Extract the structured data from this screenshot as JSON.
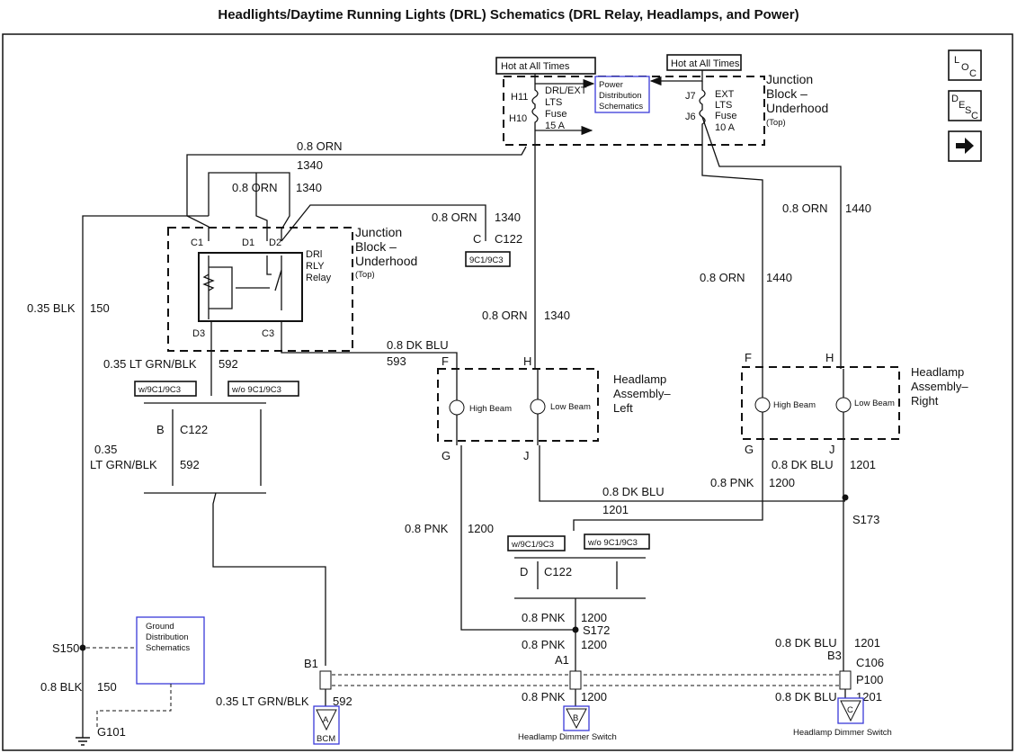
{
  "title": "Headlights/Daytime Running Lights (DRL) Schematics (DRL Relay, Headlamps, and Power)",
  "nav_buttons": [
    {
      "icon": "loc-icon",
      "label_parts": [
        "L",
        "O",
        "C"
      ]
    },
    {
      "icon": "desc-icon",
      "label_parts": [
        "D",
        "E",
        "S",
        "C"
      ]
    },
    {
      "icon": "arrow-right-icon"
    }
  ],
  "fuse_block": {
    "hot_left": "Hot at All Times",
    "hot_right": "Hot at All Times",
    "h11": "H11",
    "h10": "H10",
    "fuse_left": [
      "DRL/EXT",
      "LTS",
      "Fuse",
      "15 A"
    ],
    "j7": "J7",
    "j6": "J6",
    "fuse_right": [
      "EXT",
      "LTS",
      "Fuse",
      "10 A"
    ],
    "power_link": [
      "Power",
      "Distribution",
      "Schematics"
    ],
    "block_label": [
      "Junction",
      "Block –",
      "Underhood",
      "(Top)"
    ]
  },
  "relay": {
    "pins": {
      "c1": "C1",
      "d1": "D1",
      "d2": "D2",
      "d3": "D3",
      "c3": "C3"
    },
    "name": [
      "DRl",
      "RLY",
      "Relay"
    ],
    "block_label": [
      "Junction",
      "Block –",
      "Underhood",
      "(Top)"
    ]
  },
  "wires": {
    "orn_top": "0.8 ORN",
    "orn_top_num": "1340",
    "orn_mid": "0.8 ORN",
    "orn_mid_num": "1340",
    "orn_c122": "0.8 ORN",
    "orn_c122_num": "1340",
    "orn_left_hl": "0.8 ORN",
    "orn_left_hl_num": "1340",
    "orn_r1": "0.8 ORN",
    "orn_r1_num": "1440",
    "orn_r2": "0.8 ORN",
    "orn_r2_num": "1440",
    "blk_top": "0.35 BLK",
    "blk_top_num": "150",
    "blk_bot": "0.8 BLK",
    "blk_bot_num": "150",
    "grn1": "0.35 LT GRN/BLK",
    "grn1_num": "592",
    "grn2a": "0.35",
    "grn2b": "LT GRN/BLK",
    "grn2_num": "592",
    "grn3": "0.35 LT GRN/BLK",
    "grn3_num": "592",
    "dkblu_593": "0.8 DK BLU",
    "dkblu_593_num": "593",
    "dkblu_mid": "0.8 DK BLU",
    "dkblu_mid_num": "1201",
    "pnk_r": "0.8 PNK",
    "pnk_r_num": "1200",
    "dkblu_r": "0.8 DK BLU",
    "dkblu_r_num": "1201",
    "pnk_l": "0.8 PNK",
    "pnk_l_num": "1200",
    "pnk_a": "0.8 PNK",
    "pnk_a_num": "1200",
    "pnk_b": "0.8 PNK",
    "pnk_b_num": "1200",
    "pnk_c": "0.8 PNK",
    "pnk_c_num": "1200",
    "dkblu_b3": "0.8 DK BLU",
    "dkblu_b3_num": "1201",
    "dkblu_bot": "0.8 DK BLU",
    "dkblu_bot_num": "1201"
  },
  "connectors": {
    "c122_top_c": "C",
    "c122_top": "C122",
    "opt_9c1": "9C1/9C3",
    "w_left": "w/9C1/9C3",
    "wo_left": "w/o 9C1/9C3",
    "b_left": "B",
    "c122_left": "C122",
    "w_mid": "w/9C1/9C3",
    "wo_mid": "w/o 9C1/9C3",
    "d_mid": "D",
    "c122_mid": "C122",
    "b1": "B1",
    "a1": "A1",
    "b3": "B3",
    "c106": "C106",
    "p100": "P100",
    "s150": "S150",
    "s172": "S172",
    "s173": "S173",
    "g101": "G101"
  },
  "headlamp_left": {
    "f": "F",
    "h": "H",
    "g": "G",
    "j": "J",
    "high": "High Beam",
    "low": "Low Beam",
    "label": [
      "Headlamp",
      "Assembly–",
      "Left"
    ]
  },
  "headlamp_right": {
    "f": "F",
    "h": "H",
    "g": "G",
    "j": "J",
    "high": "High Beam",
    "low": "Low Beam",
    "label": [
      "Headlamp",
      "Assembly–",
      "Right"
    ]
  },
  "ground_link": [
    "Ground",
    "Distribution",
    "Schematics"
  ],
  "modules": {
    "a": "A",
    "a_name": "BCM",
    "b": "B",
    "b_name": "Headlamp Dimmer Switch",
    "c": "C",
    "c_name": "Headlamp Dimmer Switch"
  },
  "colors": {
    "link_border": "#3a3ad8",
    "ink": "#111111"
  }
}
